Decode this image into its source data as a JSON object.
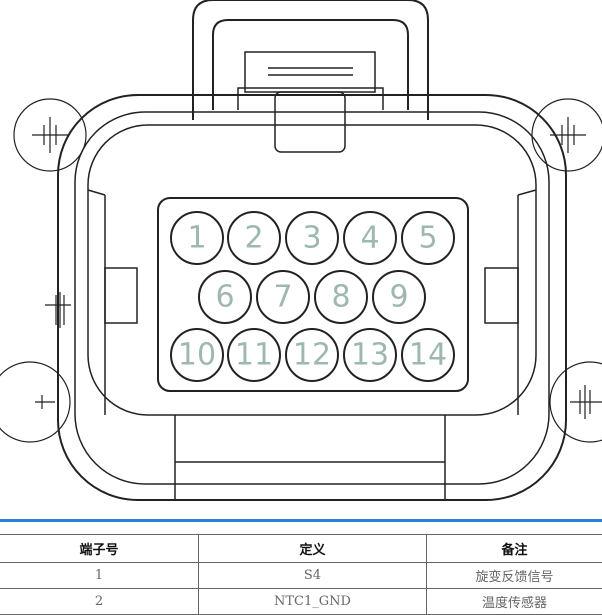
{
  "connector": {
    "pins": [
      "1",
      "2",
      "3",
      "4",
      "5",
      "6",
      "7",
      "8",
      "9",
      "10",
      "11",
      "12",
      "13",
      "14"
    ]
  },
  "table": {
    "headers": [
      "端子号",
      "定义",
      "备注"
    ],
    "rows": [
      [
        "1",
        "S4",
        "旋变反馈信号"
      ],
      [
        "2",
        "NTC1_GND",
        "温度传感器"
      ]
    ]
  },
  "colors": {
    "accent_rule": "#2f7fd6",
    "pin_text": "#9fb8ae"
  }
}
